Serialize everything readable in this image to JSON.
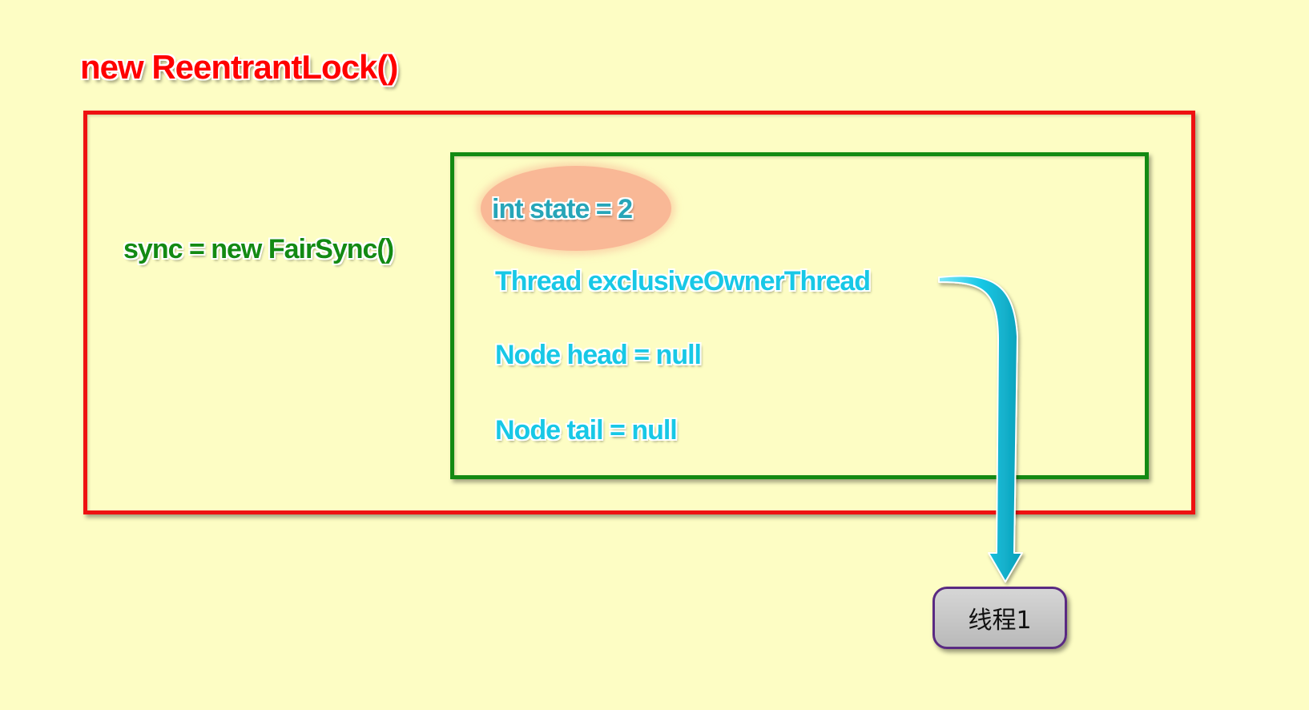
{
  "diagram": {
    "title": "new ReentrantLock()",
    "sync_label": "sync = new FairSync()",
    "fields": {
      "state": "int state = 2",
      "owner": "Thread exclusiveOwnerThread",
      "head": "Node head = null",
      "tail": "Node tail = null"
    },
    "thread_box_label": "线程1",
    "colors": {
      "background": "#fdfdc4",
      "outer_border": "#ee1111",
      "inner_border": "#138a13",
      "title": "#ff0000",
      "sync_label": "#138a13",
      "field_text": "#18c8e6",
      "state_highlight": "#f9b896",
      "arrow": "#18c8e6",
      "thread_box_border": "#5a2a82",
      "thread_box_fill": "#c8c8c8"
    }
  }
}
